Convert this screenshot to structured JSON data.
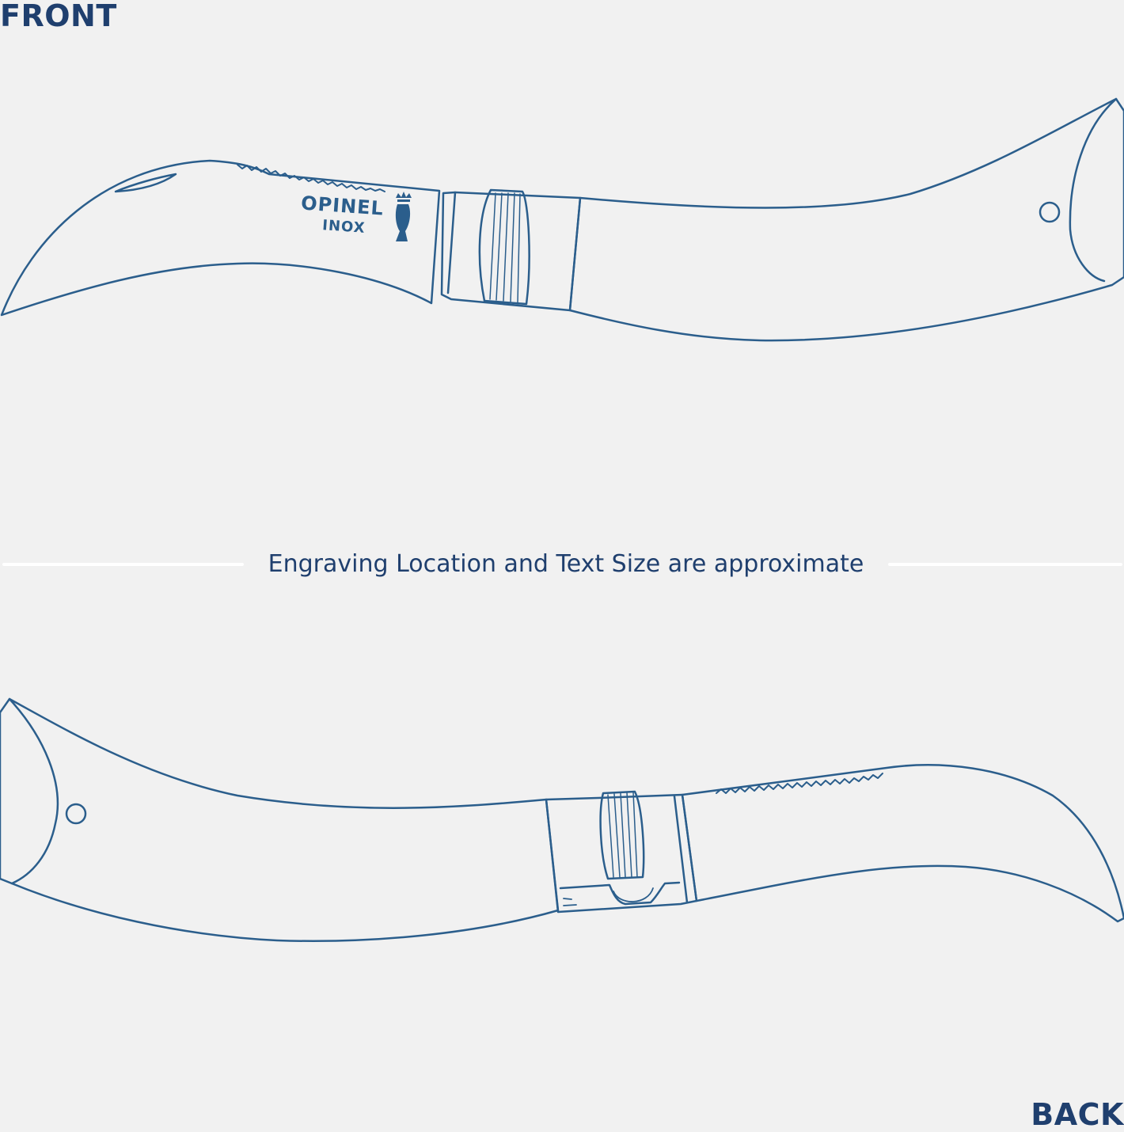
{
  "labels": {
    "front": "FRONT",
    "back": "BACK"
  },
  "note": "Engraving Location and Text Size are approximate",
  "branding": {
    "brand": "OPINEL",
    "steel": "INOX",
    "logo": "crowned-hand-logo"
  },
  "colors": {
    "line": "#2b5e8c",
    "label": "#1f3f6e",
    "background": "#f1f1f1",
    "divider": "#ffffff"
  }
}
